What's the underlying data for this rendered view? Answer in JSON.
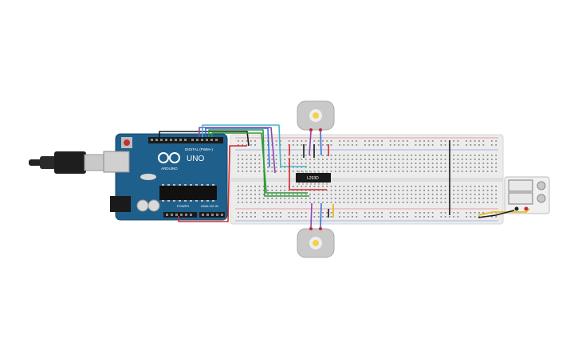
{
  "arduino": {
    "brand": "ARDUINO",
    "model": "UNO",
    "digital_header": "DIGITAL (PWM~)",
    "power_header": "POWER",
    "analog_header": "ANALOG IN",
    "board_color": "#1f5f8b",
    "header_color": "#1a1a1a"
  },
  "chip": {
    "label": "L293D",
    "color": "#1a1a1a"
  },
  "usb_cable": {
    "color": "#222222"
  },
  "motors": [
    {
      "name": "motor-top"
    },
    {
      "name": "motor-bottom"
    }
  ],
  "power_supply": {
    "color": "#f0f0f0"
  },
  "wire_colors": {
    "red": "#d42a2a",
    "black": "#1a1a1a",
    "green": "#2e9a3a",
    "blue": "#3a6fd8",
    "purple": "#8e44ad",
    "cyan": "#3fb7c9",
    "yellow": "#e6b800"
  }
}
